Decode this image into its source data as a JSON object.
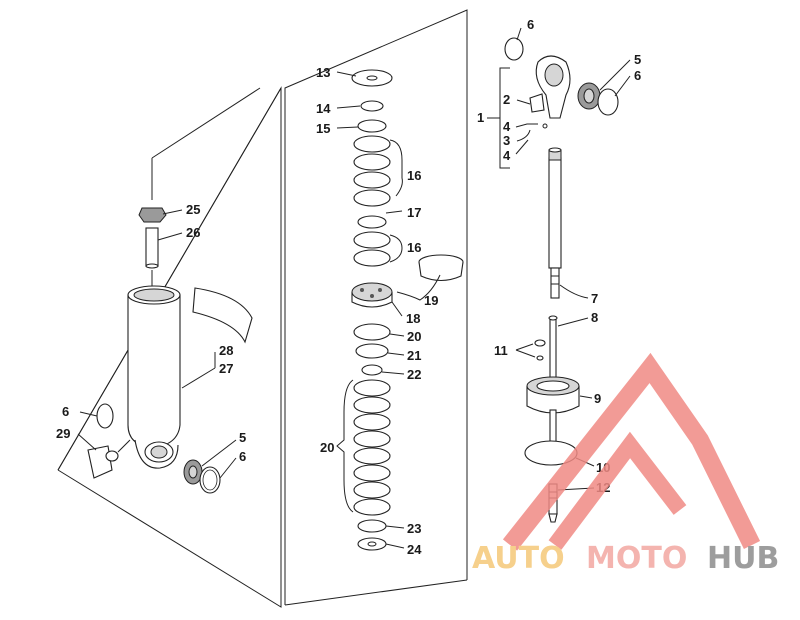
{
  "callouts": [
    {
      "id": "1",
      "label": "1"
    },
    {
      "id": "2",
      "label": "2"
    },
    {
      "id": "3",
      "label": "3"
    },
    {
      "id": "4a",
      "label": "4"
    },
    {
      "id": "4b",
      "label": "4"
    },
    {
      "id": "5a",
      "label": "5"
    },
    {
      "id": "5b",
      "label": "5"
    },
    {
      "id": "6a",
      "label": "6"
    },
    {
      "id": "6b",
      "label": "6"
    },
    {
      "id": "6c",
      "label": "6"
    },
    {
      "id": "6d",
      "label": "6"
    },
    {
      "id": "7",
      "label": "7"
    },
    {
      "id": "8",
      "label": "8"
    },
    {
      "id": "9",
      "label": "9"
    },
    {
      "id": "10",
      "label": "10"
    },
    {
      "id": "11",
      "label": "11"
    },
    {
      "id": "12",
      "label": "12"
    },
    {
      "id": "13",
      "label": "13"
    },
    {
      "id": "14",
      "label": "14"
    },
    {
      "id": "15",
      "label": "15"
    },
    {
      "id": "16a",
      "label": "16"
    },
    {
      "id": "16b",
      "label": "16"
    },
    {
      "id": "17",
      "label": "17"
    },
    {
      "id": "18",
      "label": "18"
    },
    {
      "id": "19",
      "label": "19"
    },
    {
      "id": "20a",
      "label": "20"
    },
    {
      "id": "20b",
      "label": "20"
    },
    {
      "id": "21",
      "label": "21"
    },
    {
      "id": "22",
      "label": "22"
    },
    {
      "id": "23",
      "label": "23"
    },
    {
      "id": "24",
      "label": "24"
    },
    {
      "id": "25",
      "label": "25"
    },
    {
      "id": "26",
      "label": "26"
    },
    {
      "id": "27",
      "label": "27"
    },
    {
      "id": "28",
      "label": "28"
    },
    {
      "id": "29",
      "label": "29"
    }
  ],
  "watermark": {
    "part1": "AUTO",
    "part2": "MOTO",
    "part3": "HUB",
    "color1": "#f5c878",
    "color2": "#f3a7a2",
    "color3": "#8c8c8c",
    "logo_color": "#f08a84"
  }
}
